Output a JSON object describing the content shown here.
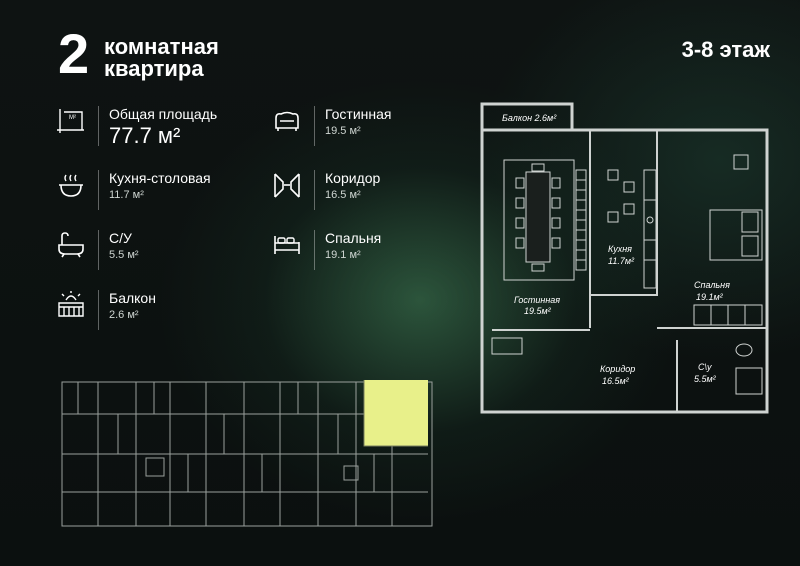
{
  "title": {
    "number": "2",
    "line1": "комнатная",
    "line2": "квартира"
  },
  "floor": "3-8 этаж",
  "stats": [
    {
      "label": "Общая площадь",
      "value": "77.7 м²",
      "icon": "area-icon"
    },
    {
      "label": "Гостинная",
      "value": "19.5 м²",
      "icon": "sofa-icon"
    },
    {
      "label": "Кухня-столовая",
      "value": "11.7 м²",
      "icon": "kitchen-icon"
    },
    {
      "label": "Коридор",
      "value": "16.5 м²",
      "icon": "corridor-icon"
    },
    {
      "label": "С/У",
      "value": "5.5 м²",
      "icon": "bathtub-icon"
    },
    {
      "label": "Спальня",
      "value": "19.1 м²",
      "icon": "bed-icon"
    },
    {
      "label": "Балкон",
      "value": "2.6 м²",
      "icon": "balcony-icon"
    }
  ],
  "plan_labels": {
    "balcony": "Балкон 2.6м²",
    "living_name": "Гостинная",
    "living_area": "19.5м²",
    "kitchen_name": "Кухня",
    "kitchen_area": "11.7м²",
    "bedroom_name": "Спальня",
    "bedroom_area": "19.1м²",
    "corridor_name": "Коридор",
    "corridor_area": "16.5м²",
    "bath_name": "С\\у",
    "bath_area": "5.5м²"
  },
  "colors": {
    "accent": "#ffffff",
    "highlight": "#e8f08a",
    "background": "#0d1110"
  }
}
